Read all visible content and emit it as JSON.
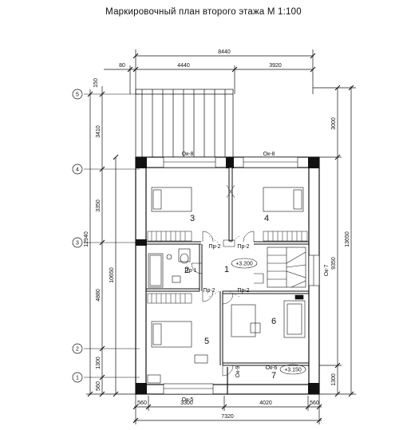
{
  "title": "Маркировочный  план  второго этажа  М 1:100",
  "dims": {
    "top_total": "8440",
    "top_a": "80",
    "top_b": "4440",
    "top_c": "3920",
    "bottom_a": "560",
    "bottom_b": "3300",
    "bottom_c": "4020",
    "bottom_d": "560",
    "bottom_total": "7320",
    "left_a": "150",
    "left_b": "3410",
    "left_c": "3350",
    "left_d": "4880",
    "left_e": "1300",
    "left_f": "560",
    "left_total": "12940",
    "left_inner": "10650",
    "right_a": "3000",
    "right_b": "9350",
    "right_c": "1300",
    "right_total": "13650"
  },
  "axes": [
    "5",
    "4",
    "3",
    "2",
    "1"
  ],
  "rooms": [
    "1",
    "2",
    "3",
    "4",
    "5",
    "6",
    "7"
  ],
  "windows": {
    "top_left": "Ок-8",
    "top_right": "Ок-8",
    "bottom": "Ок-5",
    "right": "Ок-7",
    "balcony": "Ок-6",
    "small": "Ок-9"
  },
  "doors": {
    "d1": "Пр-2",
    "d2": "Пр-2",
    "d3": "Пр-1",
    "d4": "Пр-2",
    "d5": "Пр-2"
  },
  "levels": {
    "hall": "+3.200",
    "balcony": "+3.150"
  }
}
